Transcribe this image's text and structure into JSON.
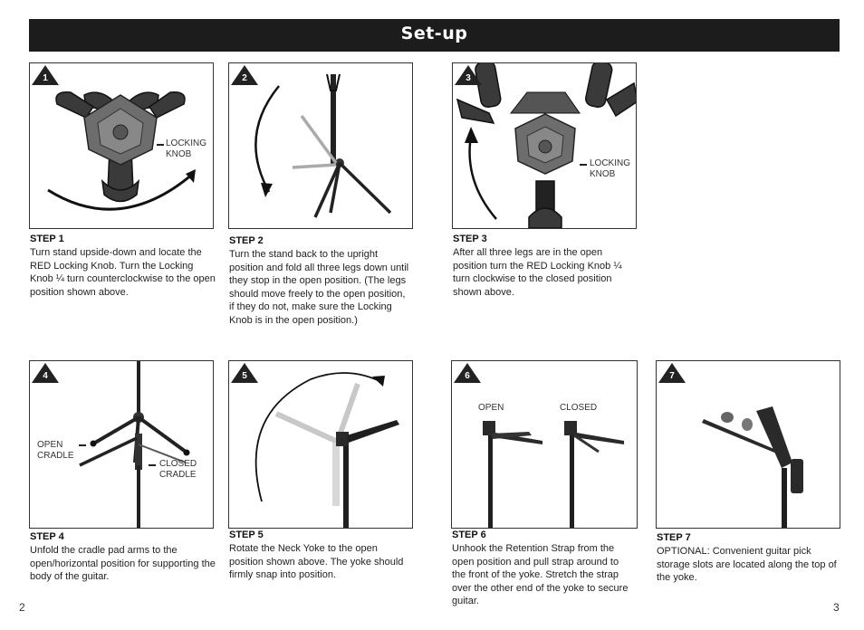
{
  "header": {
    "title": "Set-up"
  },
  "steps": [
    {
      "num": "1",
      "title": "STEP 1",
      "text": "Turn stand upside-down and locate the RED Locking Knob. Turn the Locking Knob ¼ turn counterclockwise to the open position shown above.",
      "callout": "LOCKING KNOB"
    },
    {
      "num": "2",
      "title": "STEP 2",
      "text": "Turn the stand back to the upright position and fold all three legs down until they stop in the open position. (The legs should move freely to the open position, if they do not, make sure the Locking Knob is in the open position.)"
    },
    {
      "num": "3",
      "title": "STEP 3",
      "text": "After all three legs are in the open position turn the RED Locking Knob ¼ turn clockwise to the closed position shown above.",
      "callout": "LOCKING KNOB"
    },
    {
      "num": "4",
      "title": "STEP 4",
      "text": "Unfold the cradle pad arms to the open/horizontal position for supporting the body of the guitar.",
      "callout_open": "OPEN CRADLE",
      "callout_closed": "CLOSED CRADLE"
    },
    {
      "num": "5",
      "title": "STEP 5",
      "text": "Rotate the Neck Yoke to the open position shown above. The yoke should firmly snap into position."
    },
    {
      "num": "6",
      "title": "STEP 6",
      "text": "Unhook the Retention Strap from the open position and pull strap around to the front of the yoke. Stretch the strap over the other end of the yoke to secure guitar.",
      "label_open": "OPEN",
      "label_closed": "CLOSED"
    },
    {
      "num": "7",
      "title": "STEP 7",
      "text": "OPTIONAL:  Convenient guitar pick storage slots are located along the top of the yoke."
    }
  ],
  "pages": {
    "left": "2",
    "right": "3"
  }
}
